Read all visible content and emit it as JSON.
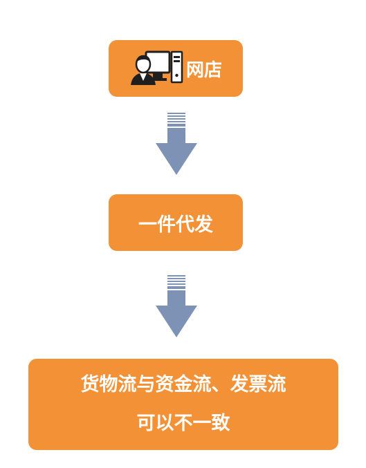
{
  "nodes": [
    {
      "label": "网店",
      "icon": "person-computer-icon"
    },
    {
      "label": "一件代发"
    },
    {
      "lines": [
        "货物流与资金流、发票流",
        "可以不一致"
      ]
    }
  ],
  "colors": {
    "box": "#F39136",
    "box_text": "#FFFFFF",
    "arrow": "#7D92B5"
  }
}
